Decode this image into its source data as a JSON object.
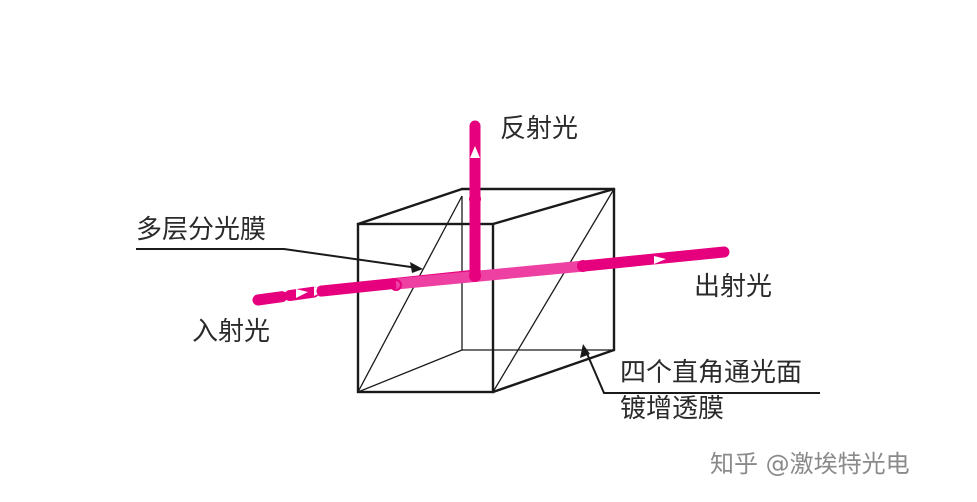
{
  "labels": {
    "reflected": "反射光",
    "multilayer": "多层分光膜",
    "transmitted": "出射光",
    "incident": "入射光",
    "coating_line1": "四个直角通光面",
    "coating_line2": "镀增透膜"
  },
  "watermark": "知乎 @激埃特光电",
  "colors": {
    "beam": "#e6007e",
    "beam_light": "#ee3fa3",
    "edge": "#1a1a1a",
    "text": "#2a2a2a",
    "watermark": "#8a8a8a"
  }
}
